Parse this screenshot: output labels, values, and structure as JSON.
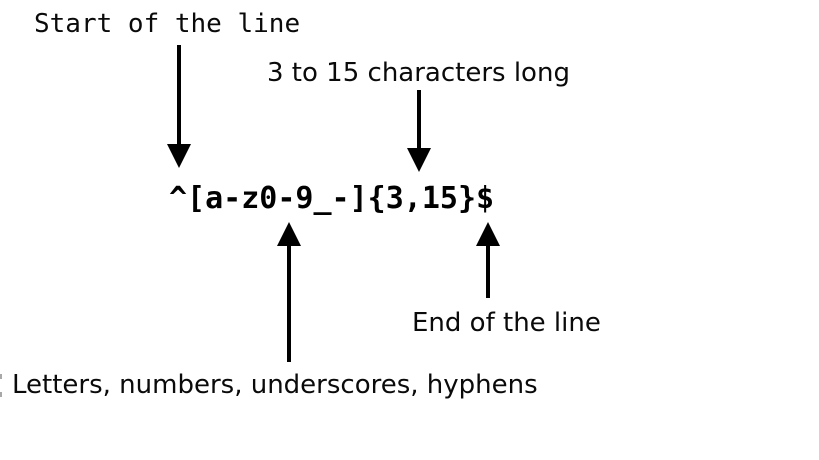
{
  "page": {
    "background": "#ffffff",
    "ink_color": "#000000"
  },
  "regex": {
    "pattern": "^[a-z0-9_-]{3,15}$"
  },
  "annotations": {
    "start": {
      "label": "Start of the line",
      "target": "^"
    },
    "length": {
      "label": "3 to 15 characters long",
      "target": "{3,15}"
    },
    "charset": {
      "label": "Letters, numbers, underscores, hyphens",
      "target": "[a-z0-9_-]"
    },
    "end": {
      "label": "End of the line",
      "target": "$"
    }
  }
}
